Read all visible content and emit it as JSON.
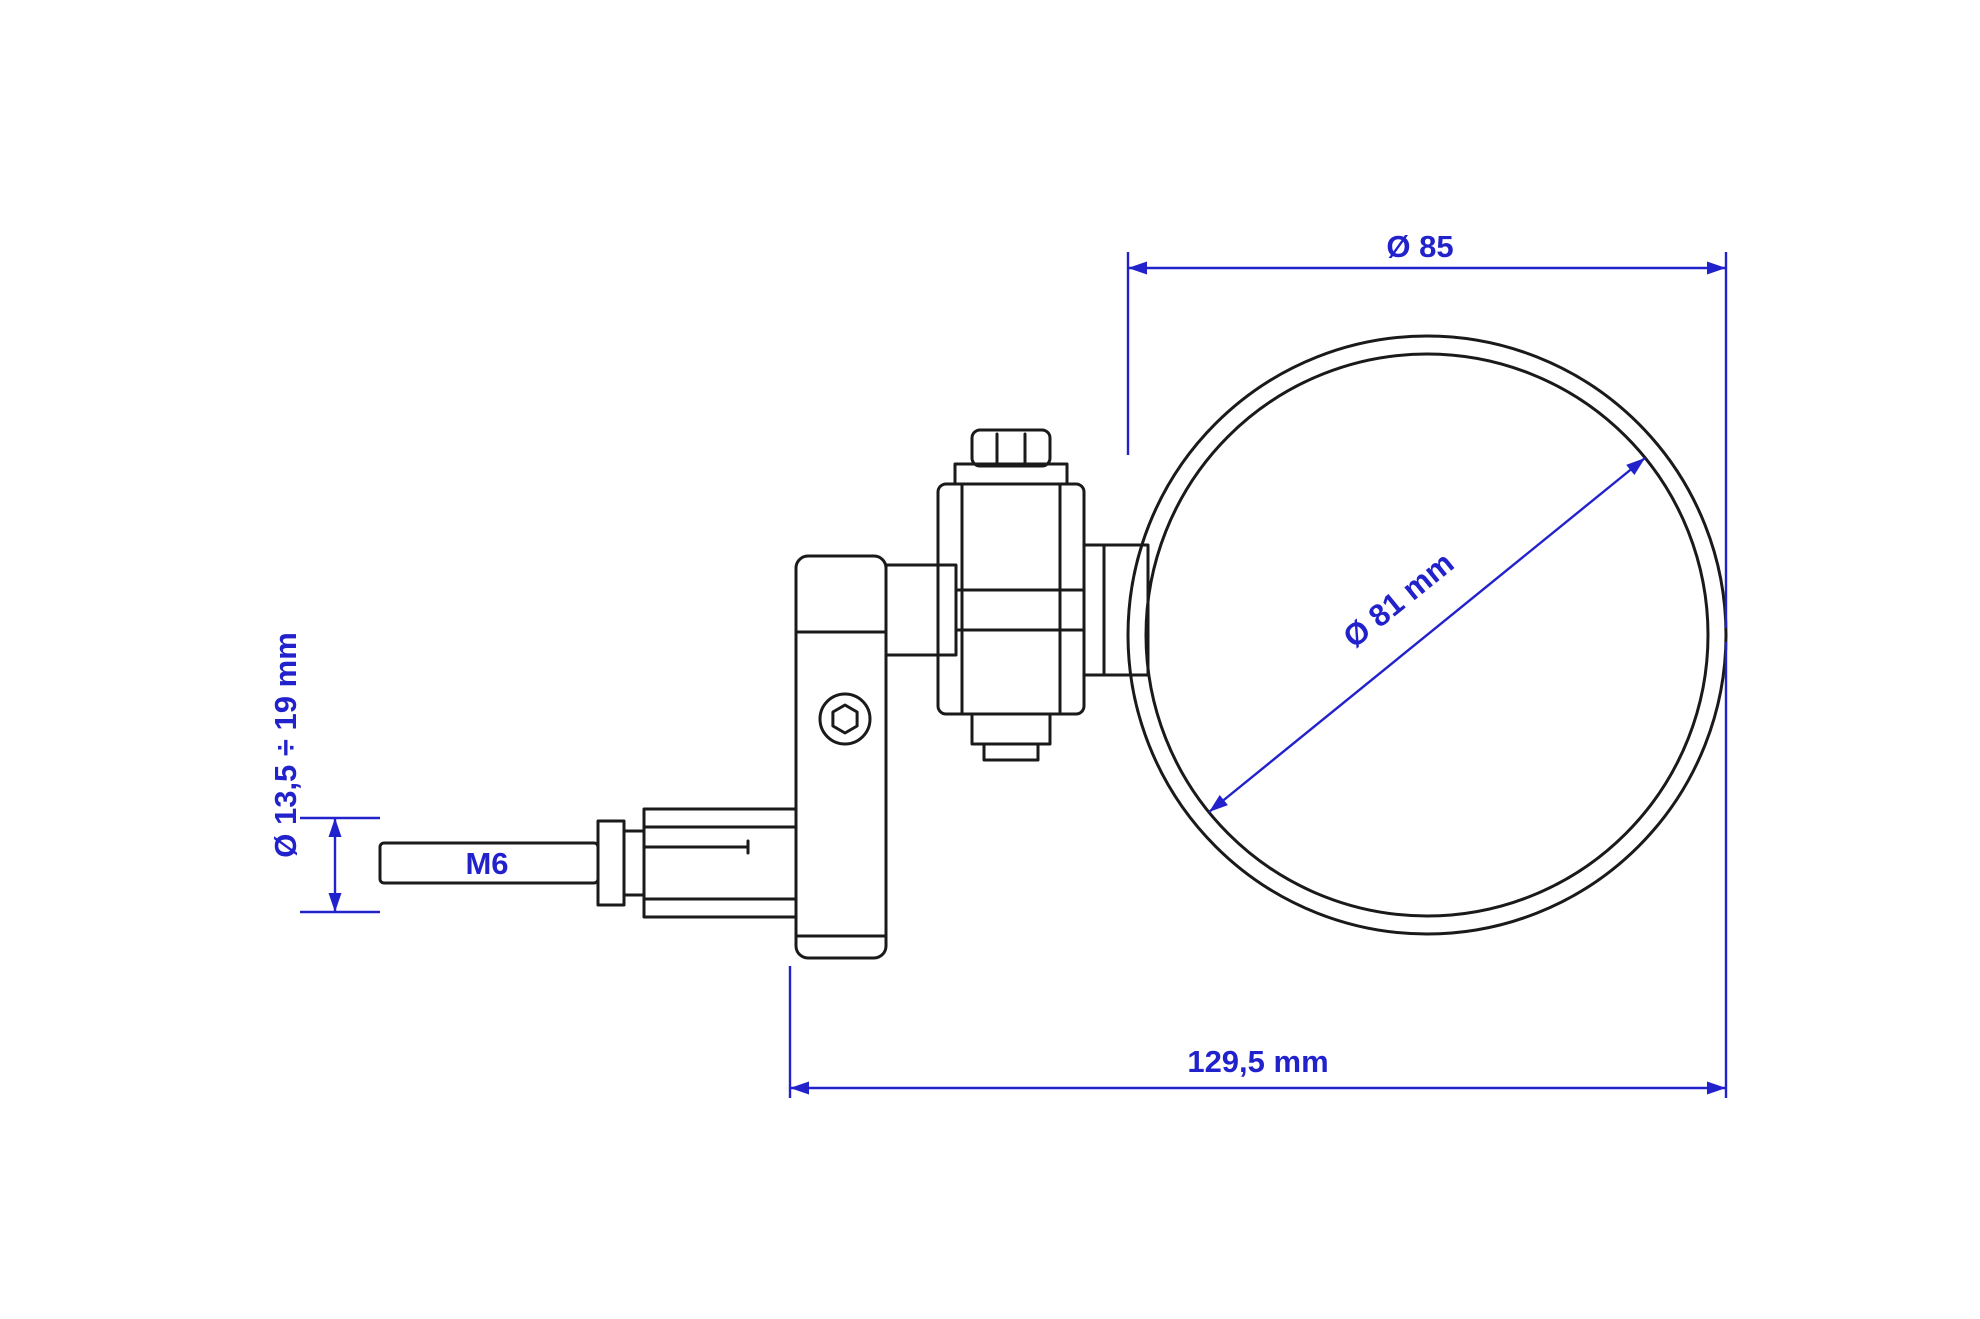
{
  "colors": {
    "dimension_blue": "#2222cc",
    "outline_black": "#1a1a1a",
    "background": "#ffffff"
  },
  "dimensions": {
    "mirror_outer_diameter_label": "Ø 85",
    "mirror_glass_diameter_label": "Ø 81 mm",
    "mount_diameter_range_label": "Ø 13,5 ÷ 19 mm",
    "bolt_thread_label": "M6",
    "overall_length_label": "129,5 mm"
  }
}
